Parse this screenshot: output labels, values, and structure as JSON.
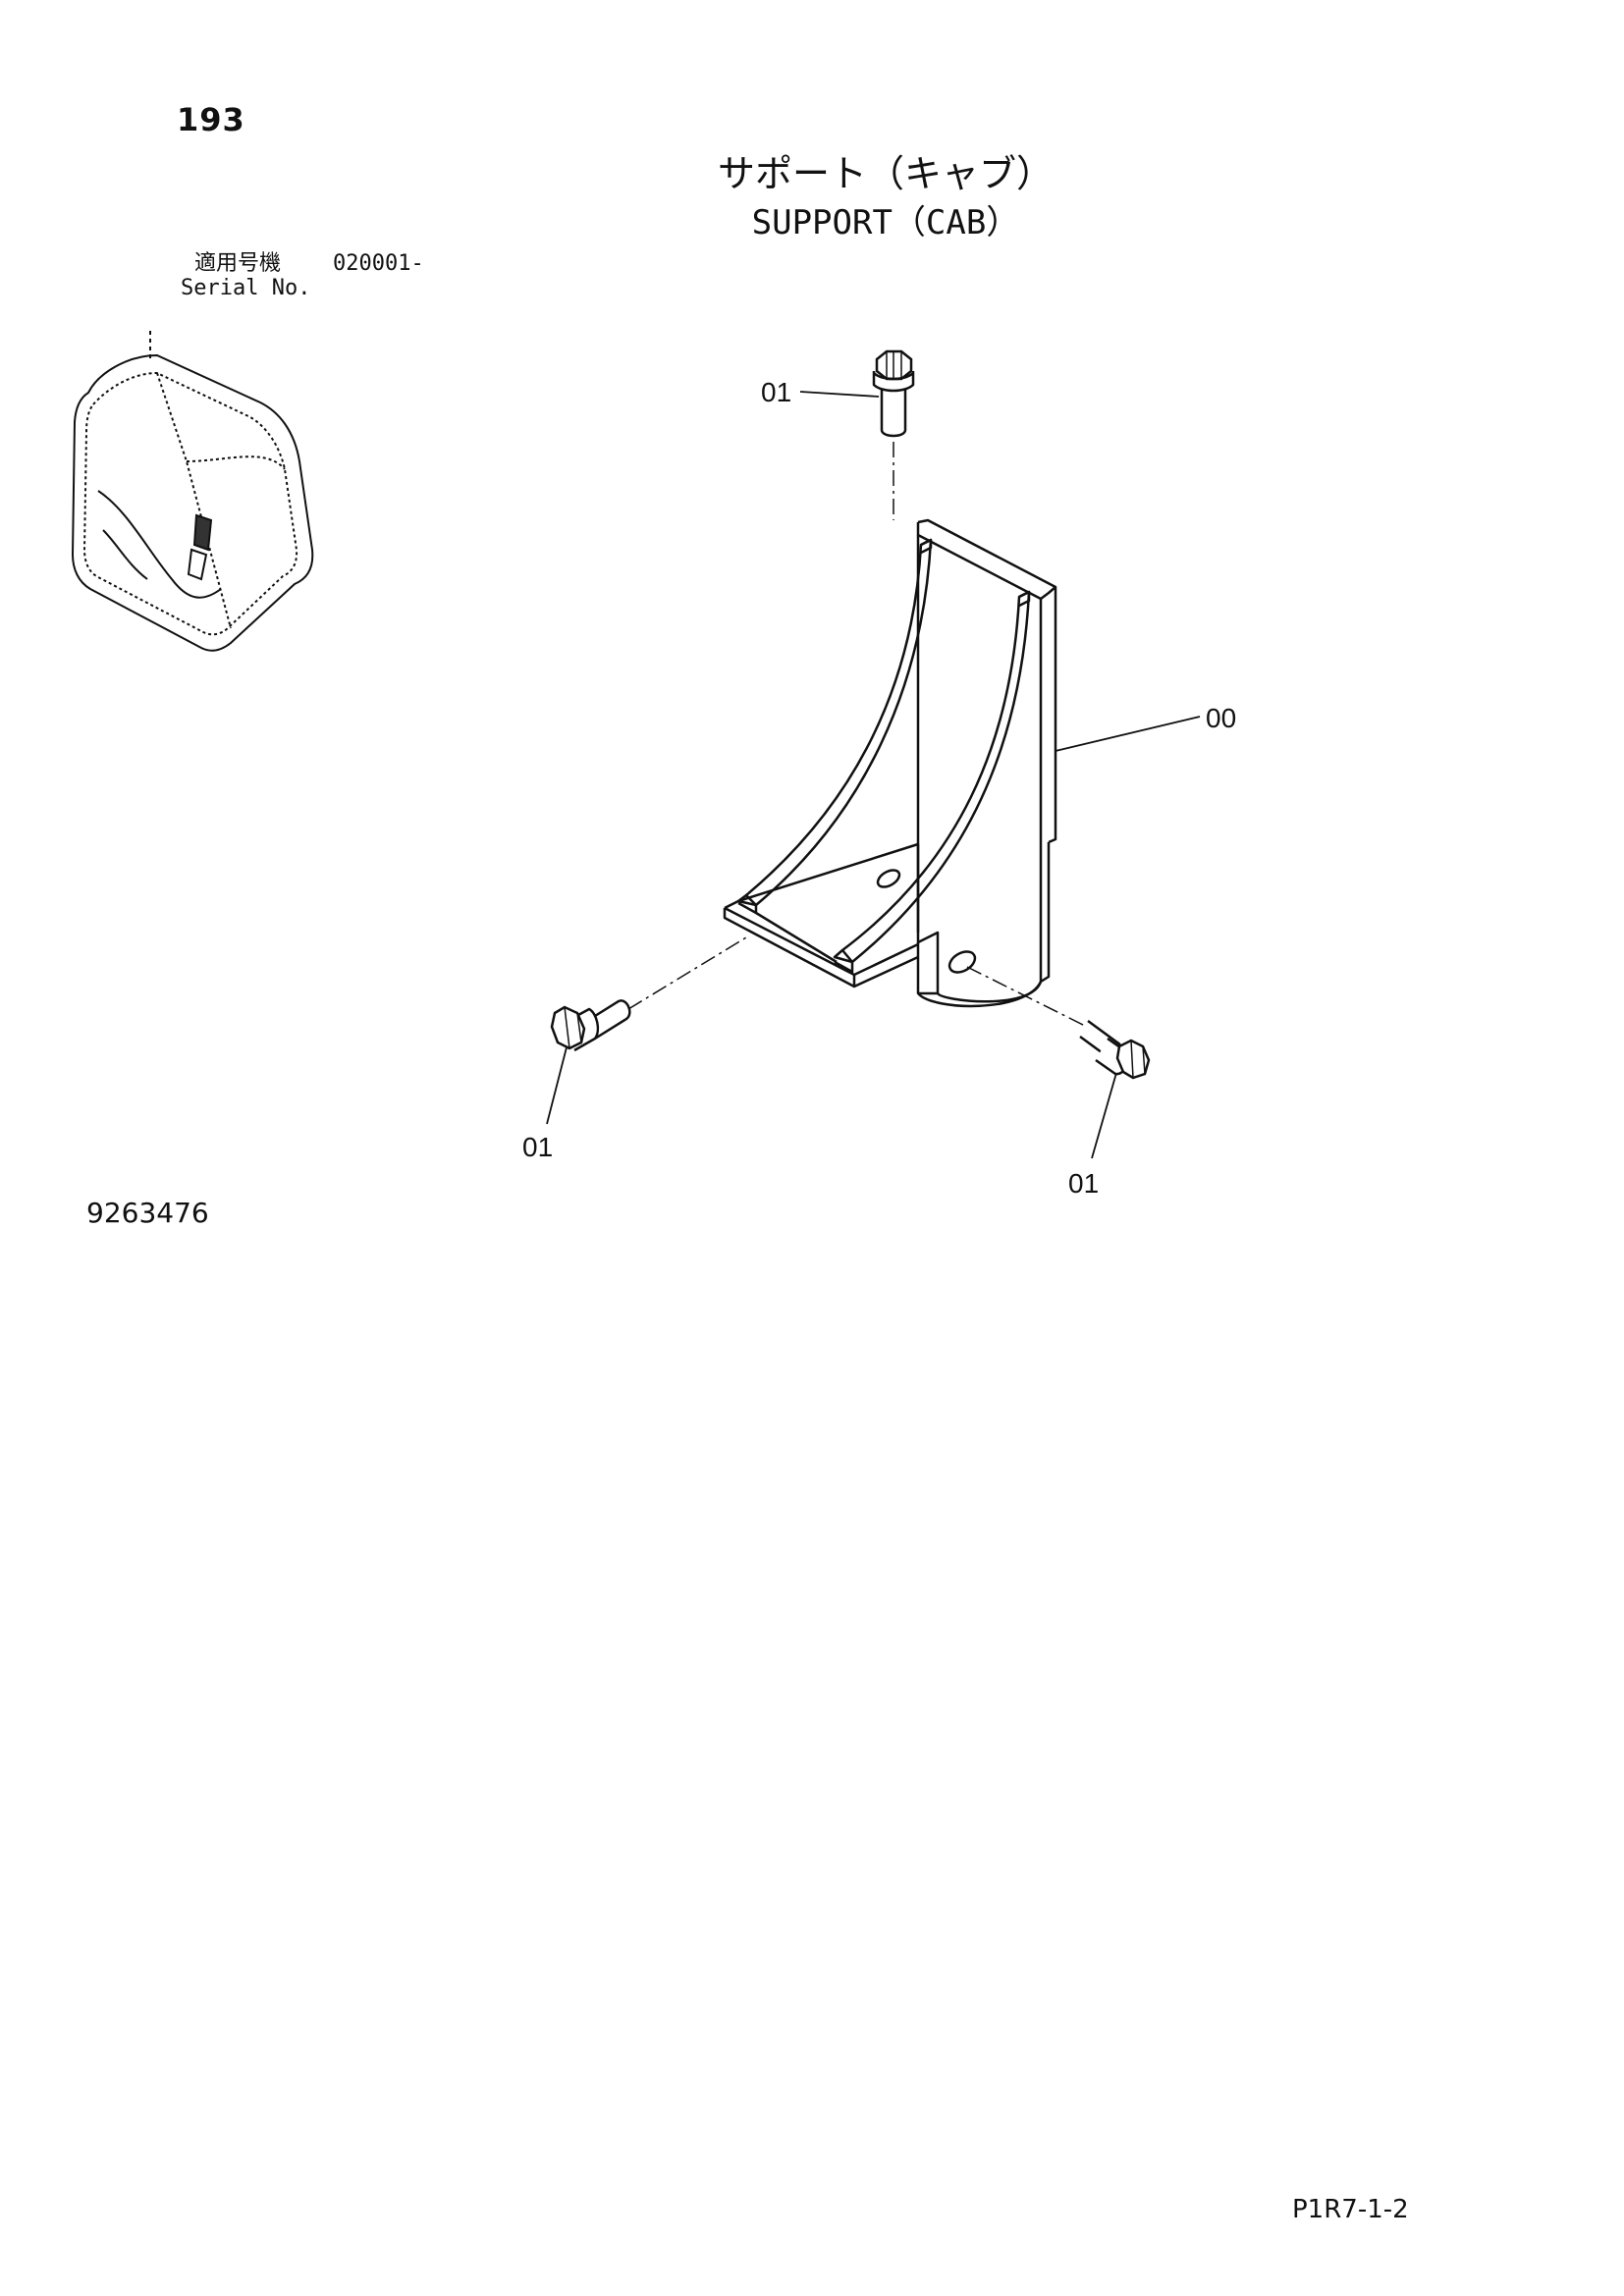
{
  "header": {
    "page_number": "193",
    "title_jp": "サポート（キャブ）",
    "title_en": "SUPPORT（CAB）",
    "serial_label_jp": "適用号機",
    "serial_value": "020001-",
    "serial_label_en": "Serial No."
  },
  "diagram": {
    "callouts": [
      {
        "id": "callout-top",
        "text": "01"
      },
      {
        "id": "callout-right",
        "text": "00"
      },
      {
        "id": "callout-left",
        "text": "01"
      },
      {
        "id": "callout-bottom-right",
        "text": "01"
      }
    ]
  },
  "footer": {
    "drawing_number": "9263476",
    "page_code": "P1R7-1-2"
  },
  "colors": {
    "line": "#111111",
    "background": "#ffffff"
  }
}
